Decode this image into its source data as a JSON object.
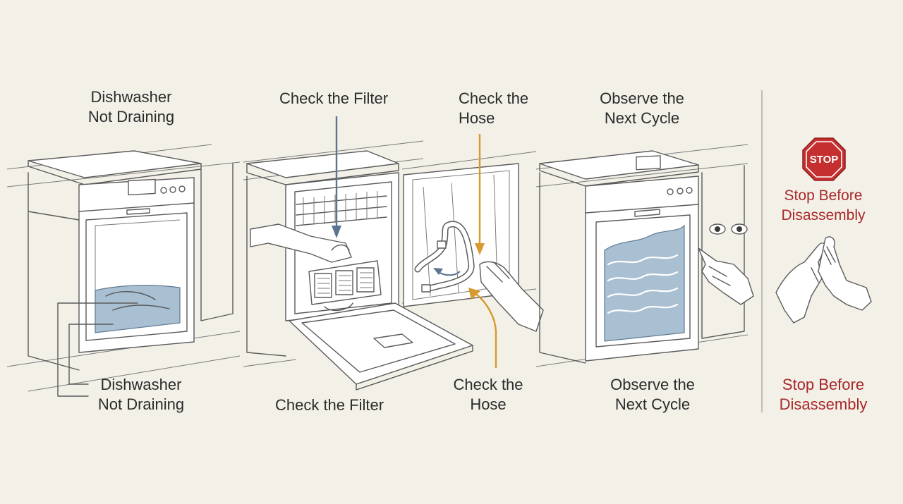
{
  "colors": {
    "background": "#f3f0e8",
    "line": "#5a5a5a",
    "water": "#a9bfd2",
    "blue_arrow": "#5b7591",
    "orange_arrow": "#d69a2d",
    "red": "#a8282a"
  },
  "panels": [
    {
      "top_label": [
        "Dishwasher",
        "Not Draining"
      ],
      "bottom_label": [
        "Dishwasher",
        "Not Draining"
      ]
    },
    {
      "top_label": [
        "Check the Filter"
      ],
      "bottom_label": [
        "Check the Filter"
      ]
    },
    {
      "top_label": [
        "Check the",
        "Hose"
      ],
      "bottom_label": [
        "Check the",
        "Hose"
      ]
    },
    {
      "top_label": [
        "Observe the",
        "Next Cycle"
      ],
      "bottom_label": [
        "Observe the",
        "Next Cycle"
      ]
    },
    {
      "stop_sign": "STOP",
      "top_label": [
        "Stop Before",
        "Disassembly"
      ],
      "bottom_label": [
        "Stop Before",
        "Disassembly"
      ]
    }
  ],
  "icons": [
    "stop-sign-icon",
    "eyes-icon",
    "hands-stop-icon",
    "filter-icon",
    "hose-icon"
  ]
}
